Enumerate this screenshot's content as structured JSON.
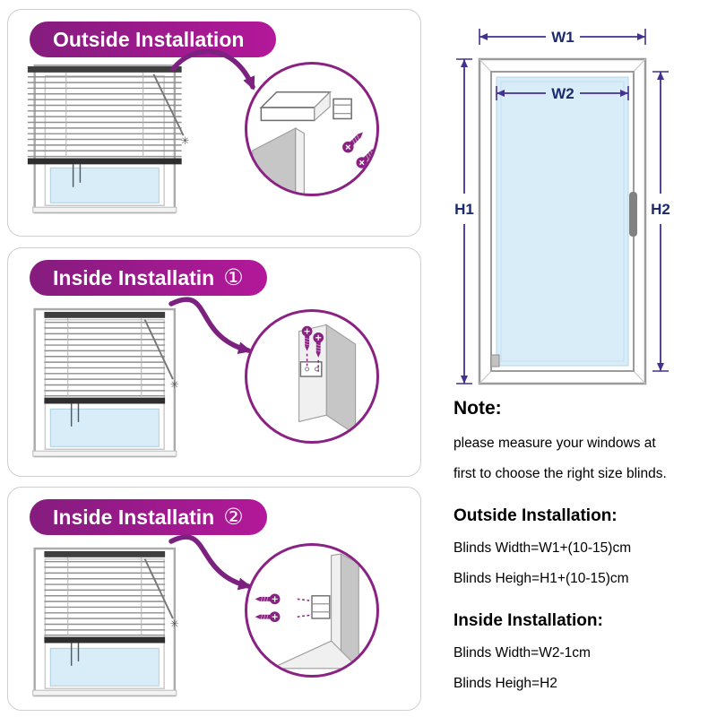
{
  "panels": [
    {
      "title": "Outside Installation",
      "badge": ""
    },
    {
      "title": "Inside Installatin",
      "badge": "①"
    },
    {
      "title": "Inside Installatin",
      "badge": "②"
    }
  ],
  "window_diagram": {
    "w1": "W1",
    "w2": "W2",
    "h1": "H1",
    "h2": "H2"
  },
  "notes": {
    "title": "Note:",
    "body_line1": "please measure your windows at",
    "body_line2": "first to choose the right size blinds.",
    "outside": {
      "title": "Outside Installation:",
      "line1": "Blinds Width=W1+(10-15)cm",
      "line2": "Blinds Heigh=H1+(10-15)cm"
    },
    "inside": {
      "title": "Inside Installation:",
      "line1": "Blinds Width=W2-1cm",
      "line2": "Blinds Heigh=H2"
    }
  },
  "icons": {
    "wand_tip": "✳"
  },
  "colors": {
    "accent": "#8a2283",
    "arrow": "#7d2180",
    "banner-start": "#851c7e",
    "banner-end": "#b3189a",
    "dim-line": "#43308f",
    "dim-label": "#1c2a6b",
    "glass": "#d8edf8"
  }
}
